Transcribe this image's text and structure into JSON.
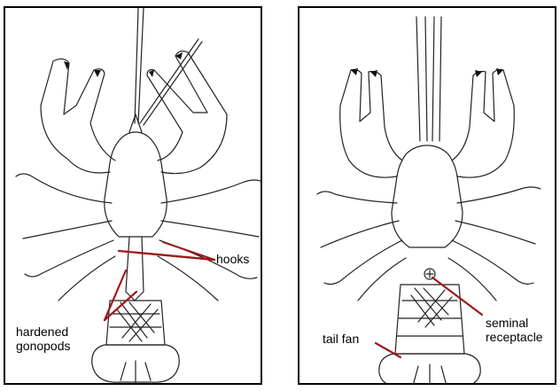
{
  "male": {
    "labels": {
      "hooks": "hooks",
      "gonopods_line1": "hardened",
      "gonopods_line2": "gonopods"
    }
  },
  "female": {
    "labels": {
      "seminal_line1": "seminal",
      "seminal_line2": "receptacle",
      "tail_fan": "tail fan"
    }
  },
  "colors": {
    "outline": "#222222",
    "pointer": "#9b1b1b",
    "claw_tip": "#111111",
    "border": "#000000"
  }
}
